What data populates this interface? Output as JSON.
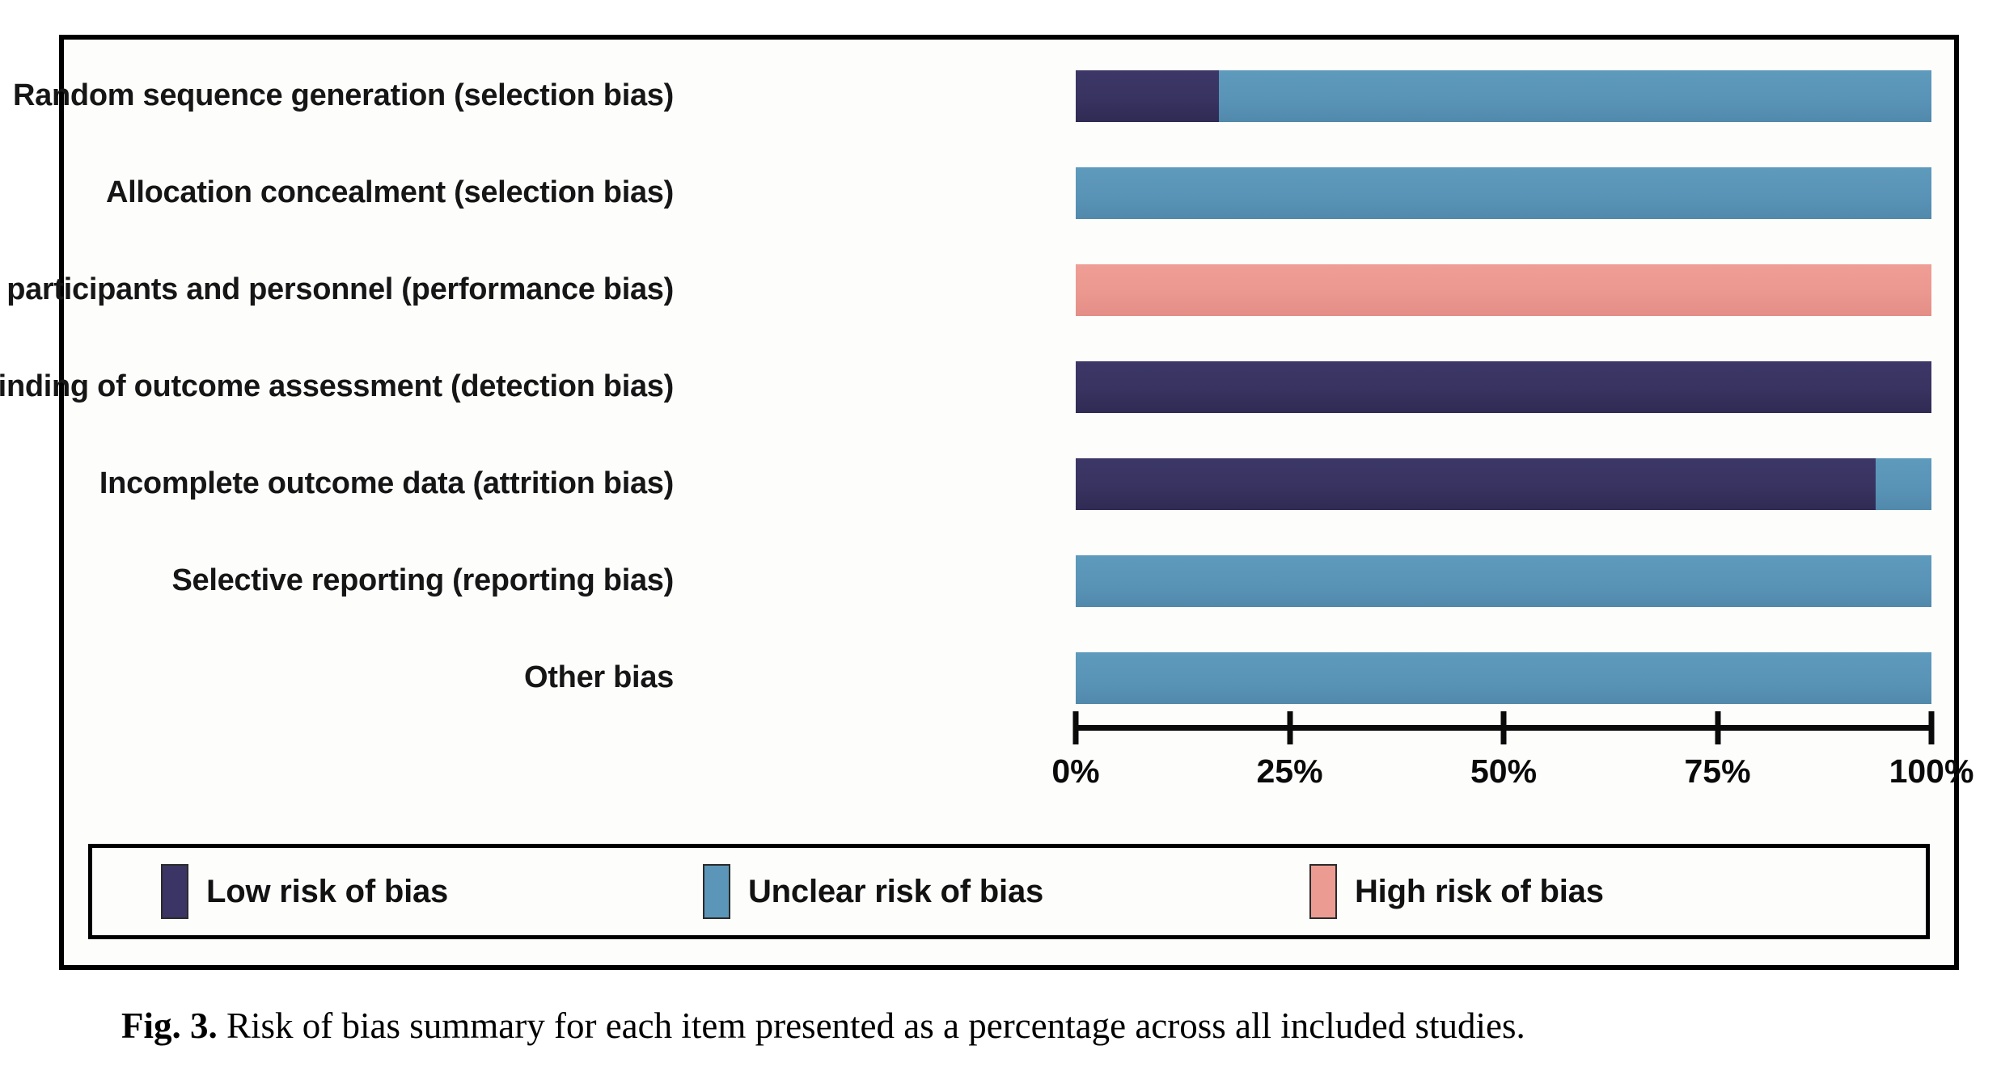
{
  "caption": {
    "prefix": "Fig. 3.",
    "text": " Risk of bias summary for each item presented as a percentage across all included studies."
  },
  "legend": {
    "items": [
      {
        "label": "Low risk of bias",
        "color": "#3a3564",
        "key": "low"
      },
      {
        "label": "Unclear risk of bias",
        "color": "#5b96b8",
        "key": "unclear"
      },
      {
        "label": "High risk of bias",
        "color": "#ec9b92",
        "key": "high"
      }
    ]
  },
  "axis": {
    "ticks": [
      "0%",
      "25%",
      "50%",
      "75%",
      "100%"
    ],
    "tick_values": [
      0,
      25,
      50,
      75,
      100
    ]
  },
  "colors": {
    "low": "#3a3564",
    "unclear": "#5b96b8",
    "high": "#ec9b92",
    "frame": "#000000",
    "background": "#fdfdfc",
    "text": "#161616"
  },
  "chart_data": {
    "type": "bar",
    "orientation": "horizontal",
    "stacked": true,
    "title": "",
    "xlabel": "",
    "ylabel": "",
    "xlim": [
      0,
      100
    ],
    "grid": false,
    "legend_position": "bottom",
    "categories": [
      "Random sequence generation (selection bias)",
      "Allocation concealment (selection bias)",
      "Blinding of participants and personnel (performance bias)",
      "Blinding of outcome assessment (detection bias)",
      "Incomplete outcome data (attrition bias)",
      "Selective reporting (reporting bias)",
      "Other bias"
    ],
    "series": [
      {
        "name": "Low risk of bias",
        "color": "#3a3564",
        "values": [
          16.7,
          0,
          0,
          100,
          93.5,
          0,
          0
        ]
      },
      {
        "name": "Unclear risk of bias",
        "color": "#5b96b8",
        "values": [
          83.3,
          100,
          0,
          0,
          6.5,
          100,
          100
        ]
      },
      {
        "name": "High risk of bias",
        "color": "#ec9b92",
        "values": [
          0,
          0,
          100,
          0,
          0,
          0,
          0
        ]
      }
    ]
  }
}
